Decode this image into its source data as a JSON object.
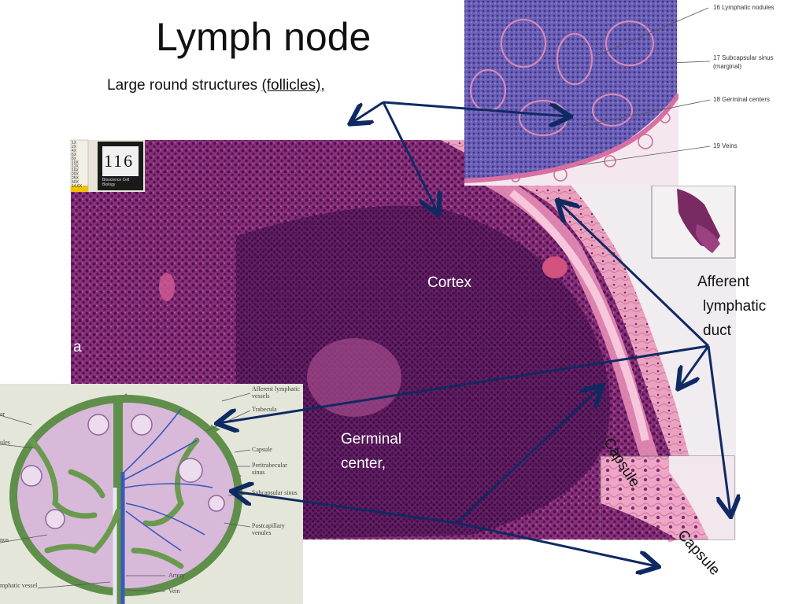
{
  "slide": {
    "title": "Lymph node",
    "subtitle_pre": "Large round structures ",
    "subtitle_link": "(follicles)",
    "subtitle_post": ","
  },
  "labels": {
    "cortex": "Cortex",
    "germinal_1": "Germinal",
    "germinal_2": "center,",
    "afferent_1": "Afferent",
    "afferent_2": "lymphatic",
    "afferent_3": "duct",
    "capsule_1": "Capsule",
    "capsule_2": "Capsule",
    "left_fragment": "a"
  },
  "slide_box": {
    "number": "116",
    "text": "Bioscience Cell Biology"
  },
  "slide_box_scale": [
    "1X",
    "2X",
    "4X",
    "6X",
    "8X",
    "10X",
    "12X",
    "16X",
    "20X",
    "25X",
    "40X",
    "14.6X"
  ],
  "top_diagram": {
    "labels": [
      "16 Lymphatic nodules",
      "17 Subcapsular sinus (marginal)",
      "18 Germinal centers",
      "19 Veins"
    ]
  },
  "schematic": {
    "labels_right": [
      "Afferent lymphatic vessels",
      "Trabecula",
      "Capsule",
      "Peritrabecular sinus",
      "Subcapsular sinus",
      "Postcapillary venules",
      "Artery",
      "Vein"
    ],
    "labels_left": [
      "ar",
      "ules",
      "nus",
      "mphatic vessel"
    ]
  },
  "colors": {
    "arrow": "#0f2a63",
    "tissue": "#9a2d78"
  }
}
